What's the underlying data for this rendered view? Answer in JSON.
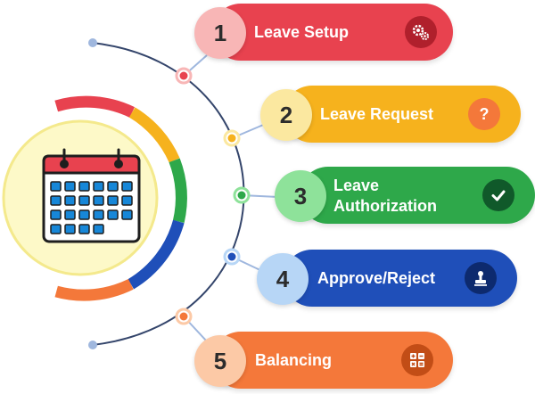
{
  "steps": [
    {
      "number": "1",
      "label": "Leave Setup",
      "icon": "gears-icon",
      "color": "#e8424f",
      "badge_color": "#f8b6b6",
      "dot_color": "#e8424f"
    },
    {
      "number": "2",
      "label": "Leave Request",
      "icon": "question-icon",
      "color": "#f6b21d",
      "badge_color": "#fbe8a0",
      "dot_color": "#f6b21d"
    },
    {
      "number": "3",
      "label": "Leave Authorization",
      "label_lines": [
        "Leave",
        "Authorization"
      ],
      "icon": "check-icon",
      "color": "#2ea84a",
      "badge_color": "#8ee29a",
      "dot_color": "#2ea84a"
    },
    {
      "number": "4",
      "label": "Approve/Reject",
      "icon": "stamp-icon",
      "color": "#1f4fb9",
      "badge_color": "#b7d6f6",
      "dot_color": "#1f4fb9"
    },
    {
      "number": "5",
      "label": "Balancing",
      "icon": "calculator-icon",
      "color": "#f4783a",
      "badge_color": "#fcc9a6",
      "dot_color": "#f4783a"
    }
  ],
  "center_icon": "calendar-icon",
  "colors": {
    "arc_line": "#34456b",
    "endpoint_dot": "#9fb7de",
    "calendar_bg": "#fdf9c8",
    "ring_red": "#e8424f",
    "ring_yellow": "#f6b21d",
    "ring_green": "#2ea84a",
    "ring_blue": "#1f4fb9",
    "ring_orange": "#f4783a"
  }
}
